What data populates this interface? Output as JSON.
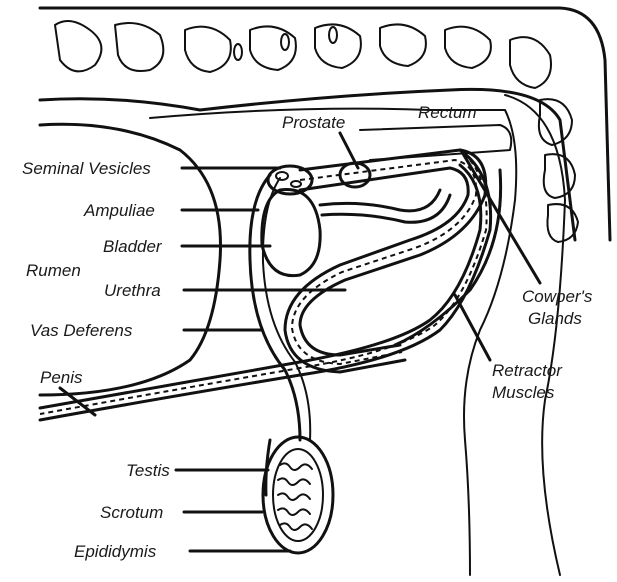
{
  "labels": {
    "seminal_vesicles": "Seminal Vesicles",
    "ampullae": "Ampuliae",
    "bladder": "Bladder",
    "rumen": "Rumen",
    "urethra": "Urethra",
    "vas_deferens": "Vas Deferens",
    "penis": "Penis",
    "testis": "Testis",
    "scrotum": "Scrotum",
    "epididymis": "Epididymis",
    "prostate": "Prostate",
    "rectum": "Rectum",
    "cowpers_glands_line1": "Cowper's",
    "cowpers_glands_line2": "Glands",
    "retractor_muscles_line1": "Retractor",
    "retractor_muscles_line2": "Muscles"
  }
}
